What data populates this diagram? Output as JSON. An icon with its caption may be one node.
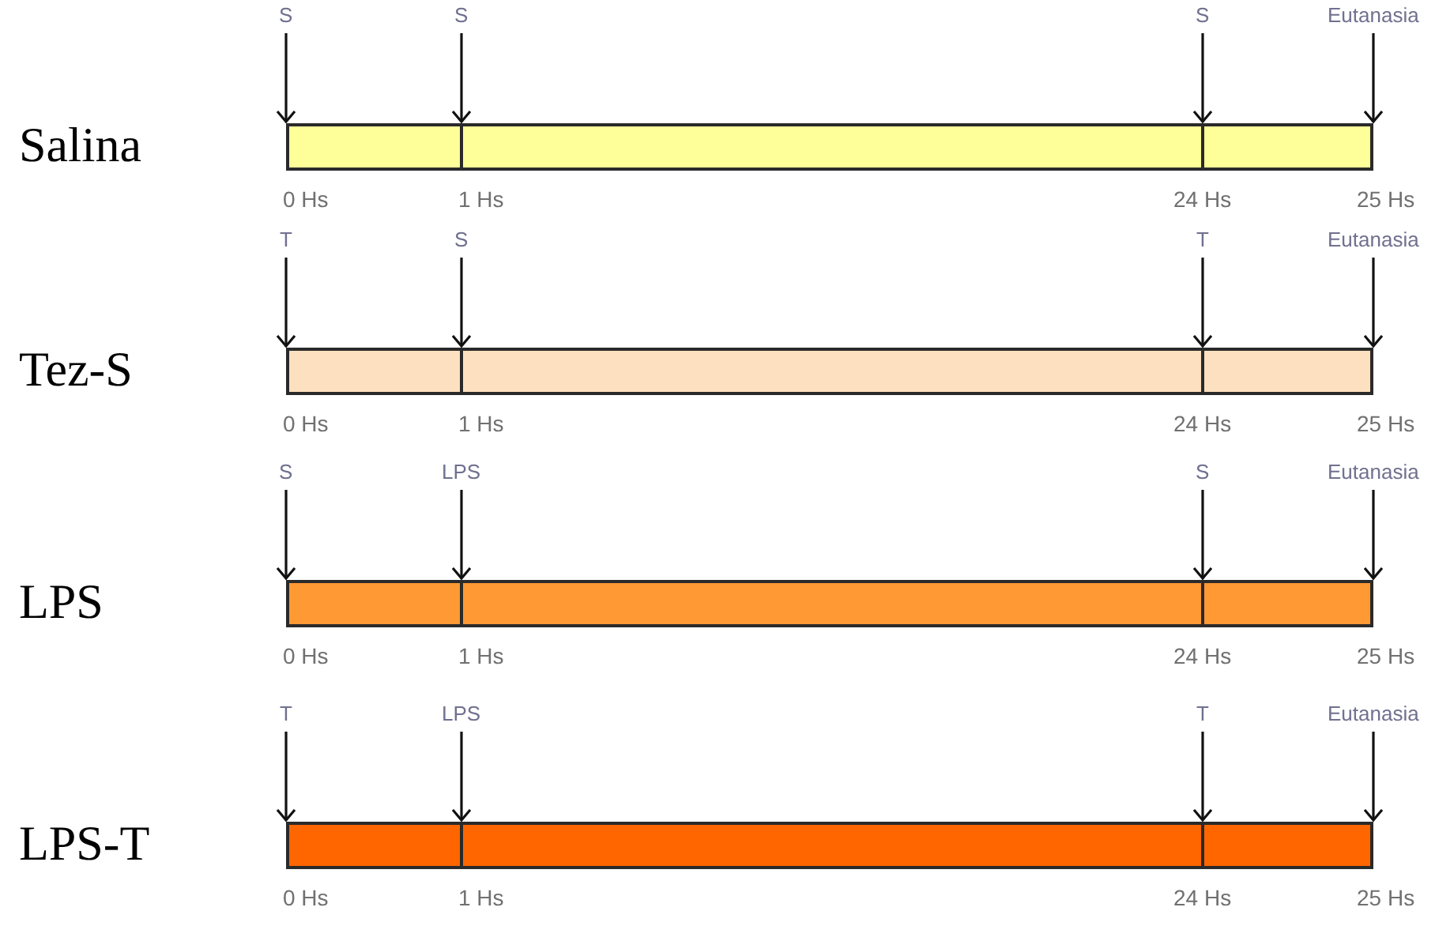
{
  "diagram": {
    "nodes": [
      {
        "text": [
          "S"
        ]
      },
      {
        "text": [
          "S"
        ]
      },
      {
        "text": [
          "S"
        ]
      },
      {
        "text": [
          "Eutanasia"
        ]
      },
      {
        "text": [],
        "shape": "bar",
        "beside": [
          "Salina"
        ]
      },
      {
        "text": [
          "T"
        ]
      },
      {
        "text": [
          "S"
        ]
      },
      {
        "text": [
          "T"
        ]
      },
      {
        "text": [
          "Eutanasia"
        ]
      },
      {
        "text": [],
        "shape": "bar",
        "beside": [
          "Tez-S"
        ]
      },
      {
        "text": [
          "S"
        ]
      },
      {
        "text": [
          "LPS"
        ]
      },
      {
        "text": [
          "S"
        ]
      },
      {
        "text": [
          "Eutanasia"
        ]
      },
      {
        "text": [],
        "shape": "bar",
        "beside": [
          "LPS"
        ]
      },
      {
        "text": [
          "T"
        ]
      },
      {
        "text": [
          "LPS"
        ]
      },
      {
        "text": [
          "T"
        ]
      },
      {
        "text": [
          "Eutanasia"
        ]
      },
      {
        "text": [],
        "shape": "bar",
        "beside": [
          "LPS-T"
        ]
      }
    ],
    "edges": [
      {
        "from": 0,
        "to": 4,
        "arrow": "to"
      },
      {
        "from": 1,
        "to": 4,
        "arrow": "to"
      },
      {
        "from": 2,
        "to": 4,
        "arrow": "to"
      },
      {
        "from": 3,
        "to": 4,
        "arrow": "to"
      },
      {
        "from": 5,
        "to": 9,
        "arrow": "to"
      },
      {
        "from": 6,
        "to": 9,
        "arrow": "to"
      },
      {
        "from": 7,
        "to": 9,
        "arrow": "to"
      },
      {
        "from": 8,
        "to": 9,
        "arrow": "to"
      },
      {
        "from": 10,
        "to": 14,
        "arrow": "to"
      },
      {
        "from": 11,
        "to": 14,
        "arrow": "to"
      },
      {
        "from": 12,
        "to": 14,
        "arrow": "to"
      },
      {
        "from": 13,
        "to": 14,
        "arrow": "to"
      },
      {
        "from": 15,
        "to": 19,
        "arrow": "to"
      },
      {
        "from": 16,
        "to": 19,
        "arrow": "to"
      },
      {
        "from": 17,
        "to": 19,
        "arrow": "to"
      },
      {
        "from": 18,
        "to": 19,
        "arrow": "to"
      }
    ],
    "labels": [
      "0 Hs",
      "1 Hs",
      "24 Hs",
      "25 Hs",
      "0 Hs",
      "1 Hs",
      "24 Hs",
      "25 Hs",
      "0 Hs",
      "1 Hs",
      "24 Hs",
      "25 Hs",
      "0 Hs",
      "1 Hs",
      "24 Hs",
      "25 Hs"
    ]
  }
}
